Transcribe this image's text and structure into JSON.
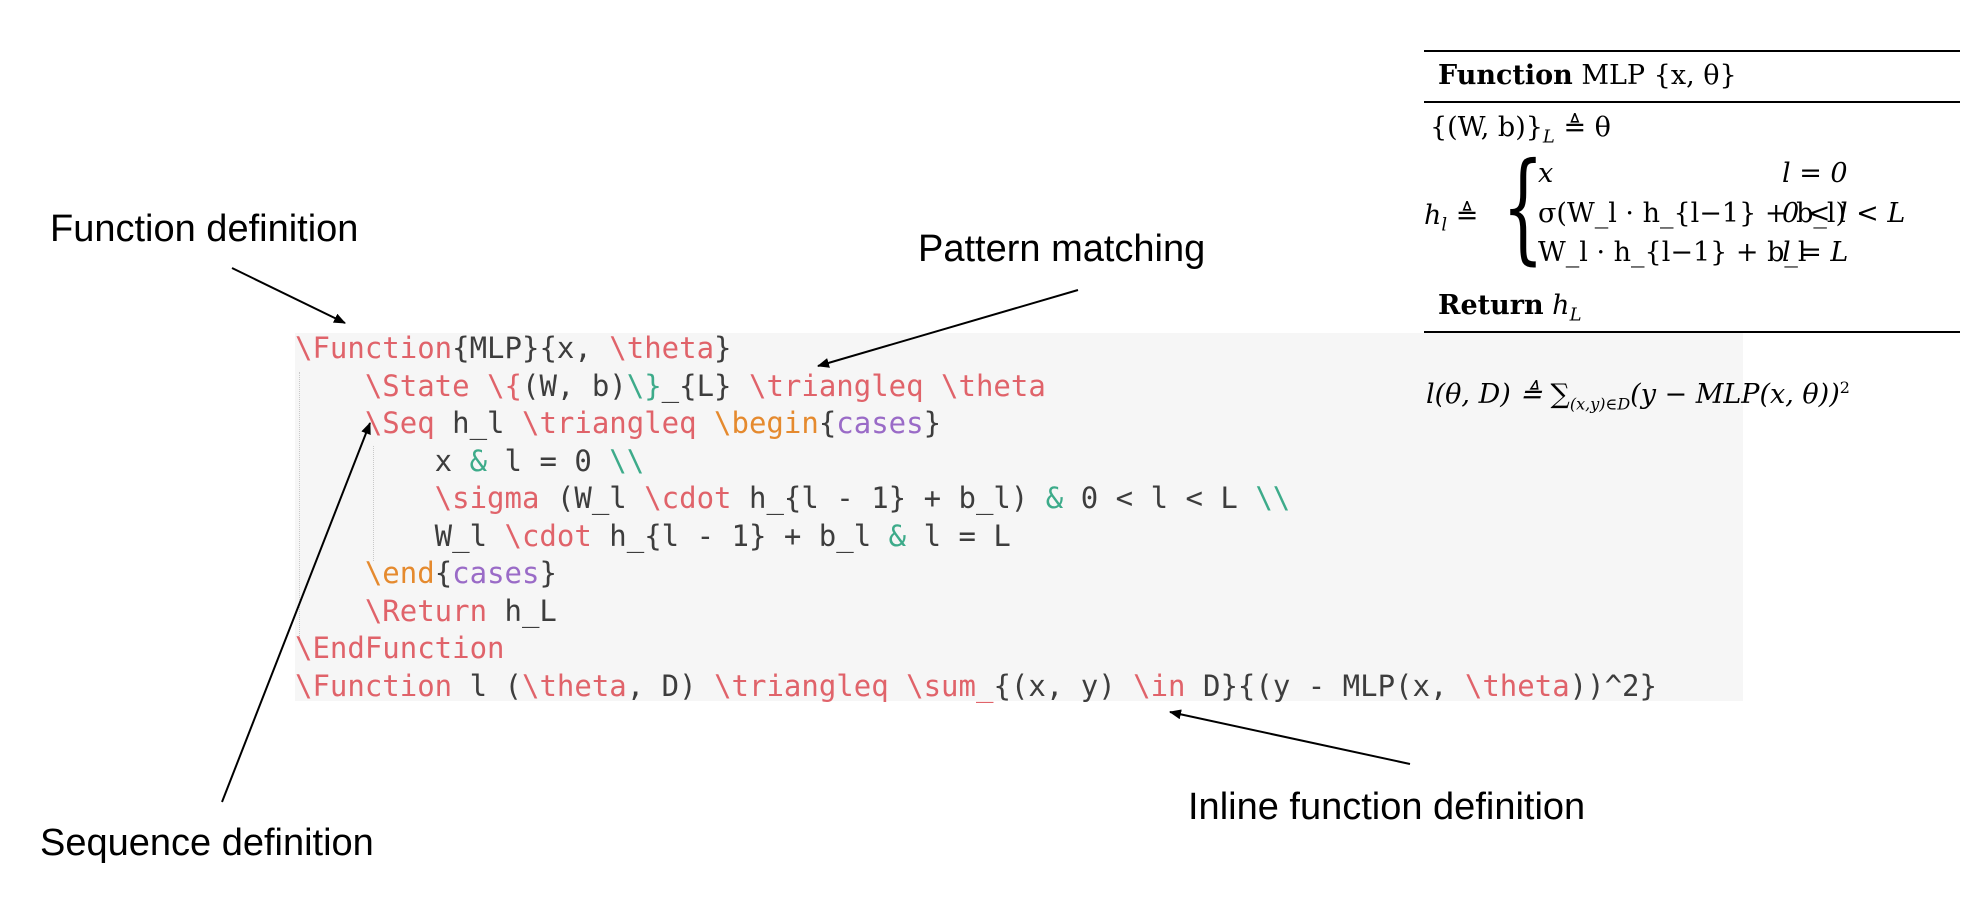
{
  "annotations": {
    "function_definition": "Function definition",
    "pattern_matching": "Pattern matching",
    "sequence_definition": "Sequence definition",
    "inline_function_definition": "Inline function definition"
  },
  "code_lines": [
    [
      {
        "t": "\\Function",
        "c": "kw"
      },
      {
        "t": "{MLP}{x, ",
        "c": "txt"
      },
      {
        "t": "\\theta",
        "c": "kw"
      },
      {
        "t": "}",
        "c": "txt"
      }
    ],
    [
      {
        "t": "    \\State ",
        "c": "kw"
      },
      {
        "t": "\\{",
        "c": "kw"
      },
      {
        "t": "(W, b)",
        "c": "txt"
      },
      {
        "t": "\\}",
        "c": "op"
      },
      {
        "t": "_{L} ",
        "c": "txt"
      },
      {
        "t": "\\triangleq ",
        "c": "kw"
      },
      {
        "t": "\\theta",
        "c": "kw"
      }
    ],
    [
      {
        "t": "    \\Seq ",
        "c": "kw"
      },
      {
        "t": "h_l ",
        "c": "txt"
      },
      {
        "t": "\\triangleq ",
        "c": "kw"
      },
      {
        "t": "\\begin",
        "c": "env"
      },
      {
        "t": "{",
        "c": "txt"
      },
      {
        "t": "cases",
        "c": "arg"
      },
      {
        "t": "}",
        "c": "txt"
      }
    ],
    [
      {
        "t": "        x ",
        "c": "txt"
      },
      {
        "t": "&",
        "c": "op"
      },
      {
        "t": " l = 0 ",
        "c": "txt"
      },
      {
        "t": "\\\\",
        "c": "op"
      }
    ],
    [
      {
        "t": "        \\sigma ",
        "c": "kw"
      },
      {
        "t": "(W_l ",
        "c": "txt"
      },
      {
        "t": "\\cdot ",
        "c": "kw"
      },
      {
        "t": "h_{l - 1} + b_l) ",
        "c": "txt"
      },
      {
        "t": "&",
        "c": "op"
      },
      {
        "t": " 0 < l < L ",
        "c": "txt"
      },
      {
        "t": "\\\\",
        "c": "op"
      }
    ],
    [
      {
        "t": "        W_l ",
        "c": "txt"
      },
      {
        "t": "\\cdot ",
        "c": "kw"
      },
      {
        "t": "h_{l - 1} + b_l ",
        "c": "txt"
      },
      {
        "t": "&",
        "c": "op"
      },
      {
        "t": " l = L",
        "c": "txt"
      }
    ],
    [
      {
        "t": "    \\end",
        "c": "env"
      },
      {
        "t": "{",
        "c": "txt"
      },
      {
        "t": "cases",
        "c": "arg"
      },
      {
        "t": "}",
        "c": "txt"
      }
    ],
    [
      {
        "t": "    \\Return ",
        "c": "kw"
      },
      {
        "t": "h_L",
        "c": "txt"
      }
    ],
    [
      {
        "t": "\\EndFunction",
        "c": "kw"
      }
    ],
    [
      {
        "t": "\\Function ",
        "c": "kw"
      },
      {
        "t": "l (",
        "c": "txt"
      },
      {
        "t": "\\theta",
        "c": "kw"
      },
      {
        "t": ", D) ",
        "c": "txt"
      },
      {
        "t": "\\triangleq ",
        "c": "kw"
      },
      {
        "t": "\\sum_",
        "c": "kw"
      },
      {
        "t": "{(x, y) ",
        "c": "txt"
      },
      {
        "t": "\\in ",
        "c": "kw"
      },
      {
        "t": "D}{(y - MLP(x, ",
        "c": "txt"
      },
      {
        "t": "\\theta",
        "c": "kw"
      },
      {
        "t": "))^2}",
        "c": "txt"
      }
    ]
  ],
  "rendered": {
    "header_bold": "Function",
    "header_rest": "MLP {x, θ}",
    "line1": "{(W, b)}",
    "line1_sub": "L",
    "line1_rest": " ≜ θ",
    "h_lhs": "h",
    "h_lhs_sub": "l",
    "h_def": " ≜",
    "cases": [
      {
        "expr": "x",
        "cond": "l = 0"
      },
      {
        "expr": "σ(W_l · h_{l−1} + b_l)",
        "cond": "0 < l < L"
      },
      {
        "expr": "W_l · h_{l−1} + b_l",
        "cond": "l = L"
      }
    ],
    "return_bold": "Return",
    "return_rest": "h",
    "return_sub": "L",
    "loss": "l(θ, D) ≜ ∑",
    "loss_sub": "(x,y)∈D",
    "loss_rest": "(y − MLP(x, θ))",
    "loss_sup": "2"
  },
  "colors": {
    "keyword": "#e0636a",
    "environment": "#e58a2e",
    "argument": "#9a6bc7",
    "operator": "#3dab8a",
    "text": "#3d3d3d"
  }
}
